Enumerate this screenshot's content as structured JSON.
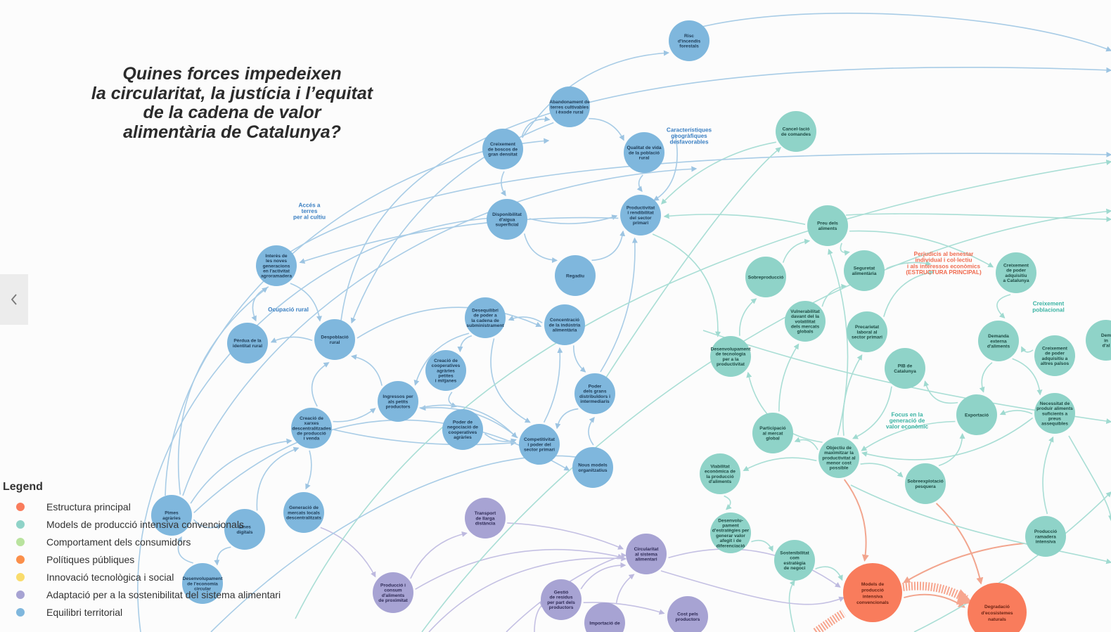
{
  "title": {
    "line1": "Quines forces impedeixen",
    "line2": "la circularitat, la justícia i l’equitat",
    "line3": "de la cadena de valor",
    "line4": "alimentària de Catalunya?"
  },
  "nav": {
    "back_icon": "chevron-left-icon"
  },
  "legend": {
    "title": "Legend",
    "items": [
      {
        "label": "Estructura principal",
        "color": "#f97c5c"
      },
      {
        "label": "Models de producció intensiva convencionals",
        "color": "#8fd3c8"
      },
      {
        "label": "Comportament dels consumidors",
        "color": "#b9e39e"
      },
      {
        "label": "Polítiques públiques",
        "color": "#fb8f4a"
      },
      {
        "label": "Innovació tecnològica i social",
        "color": "#f9dc6c"
      },
      {
        "label": "Adaptació per a la sostenibilitat del sistema alimentari",
        "color": "#a7a3d3"
      },
      {
        "label": "Equilibri territorial",
        "color": "#7fb7dd"
      }
    ]
  },
  "colors": {
    "blue": "#7fb7dd",
    "teal": "#8fd3c8",
    "purple": "#a7a3d3",
    "orange": "#f97c5c",
    "blue_text": "#1d3a55",
    "teal_text": "#1d4a43",
    "purple_text": "#2e2a55",
    "orange_text": "#6b2313",
    "blue_edge": "#a8cce6",
    "teal_edge": "#a9ded5",
    "purple_edge": "#c4c0e3",
    "blue_label": "#3a7fc2",
    "teal_label": "#39b3a3",
    "red_label": "#f06a4e"
  },
  "nodes": [
    {
      "id": "risc_incendis",
      "label": "Risc\nd'incendis\nforestals",
      "group": "blue"
    },
    {
      "id": "abandonament",
      "label": "Abandonament de\nterres cultivables\ni èxode rural",
      "group": "blue"
    },
    {
      "id": "creixement_boscos",
      "label": "Creixement\nde boscos de\ngran densitat",
      "group": "blue"
    },
    {
      "id": "qualitat_vida",
      "label": "Qualitat de vida\nde la població\nrural",
      "group": "blue"
    },
    {
      "id": "disponibilitat_aigua",
      "label": "Disponibilitat\nd'aigua\nsuperficial",
      "group": "blue"
    },
    {
      "id": "productivitat_primari",
      "label": "Productivitat\ni rendibilitat\ndel sector\nprimari",
      "group": "blue"
    },
    {
      "id": "regadiu",
      "label": "Regadiu",
      "group": "blue"
    },
    {
      "id": "interes_generacions",
      "label": "Interès de\nles noves\ngeneracions\nen l'activitat\nagroramadera",
      "group": "blue"
    },
    {
      "id": "perdua_identitat",
      "label": "Pèrdua de la\nidentitat rural",
      "group": "blue"
    },
    {
      "id": "despoblacio",
      "label": "Despoblació\nrural",
      "group": "blue"
    },
    {
      "id": "desequilibri_poder",
      "label": "Desequilibri\nde poder a\nla cadena de\nsubministrament",
      "group": "blue"
    },
    {
      "id": "concentracio",
      "label": "Concentració\nde la indústria\nalimentària",
      "group": "blue"
    },
    {
      "id": "cooperatives",
      "label": "Creació de\ncooperatives\nagràries\npetites\ni mitjanes",
      "group": "blue"
    },
    {
      "id": "ingressos",
      "label": "Ingressos per\nals petits\nproductors",
      "group": "blue"
    },
    {
      "id": "poder_distribuidors",
      "label": "Poder\ndels grans\ndistribuïdors i\nintermediaris",
      "group": "blue"
    },
    {
      "id": "xarxes",
      "label": "Creació de\nxarxes\ndescentralitzades\nde producció\ni venda",
      "group": "blue"
    },
    {
      "id": "poder_negociacio",
      "label": "Poder de\nnegociació de\ncooperatives\nagràries",
      "group": "blue"
    },
    {
      "id": "competitivitat",
      "label": "Competitivitat\ni poder del\nsector primari",
      "group": "blue"
    },
    {
      "id": "nous_models",
      "label": "Nous models\norganitzatius",
      "group": "blue"
    },
    {
      "id": "generacio_mercats",
      "label": "Generació de\nmercats locals\ndescentralitzats",
      "group": "blue"
    },
    {
      "id": "pimes",
      "label": "Pimes\nagràries",
      "group": "blue"
    },
    {
      "id": "eines_digitals",
      "label": "Eines\ndigitals",
      "group": "blue"
    },
    {
      "id": "economia_circular",
      "label": "Desenvolupament\nde l'economia\ncircular",
      "group": "blue"
    },
    {
      "id": "transport",
      "label": "Transport\nde llarga\ndistància",
      "group": "purple"
    },
    {
      "id": "circularitat",
      "label": "Circularitat\nal sistema\nalimentari",
      "group": "purple"
    },
    {
      "id": "produccio_proximitat",
      "label": "Producció i\nconsum\nd'aliments\nde proximitat",
      "group": "purple"
    },
    {
      "id": "gestio_residus",
      "label": "Gestió\nde residus\nper part dels\nproductors",
      "group": "purple"
    },
    {
      "id": "cost_productors",
      "label": "Cost pels\nproductors",
      "group": "purple"
    },
    {
      "id": "importacio",
      "label": "Importació de",
      "group": "purple"
    },
    {
      "id": "cancellacio",
      "label": "Cancel·lació\nde comandes",
      "group": "teal"
    },
    {
      "id": "preu_aliments",
      "label": "Preu dels\naliments",
      "group": "teal"
    },
    {
      "id": "sobreproduccio",
      "label": "Sobreproducció",
      "group": "teal"
    },
    {
      "id": "seguretat",
      "label": "Seguretat\nalimentària",
      "group": "teal"
    },
    {
      "id": "creixement_poder_cat",
      "label": "Creixement\nde poder\nadquisitiu\na Catalunya",
      "group": "teal"
    },
    {
      "id": "vulnerabilitat",
      "label": "Vulnerabilitat\ndavant del la\nvolatilitat\ndels mercats\nglobals",
      "group": "teal"
    },
    {
      "id": "precarietat",
      "label": "Precarietat\nlaboral al\nsector primari",
      "group": "teal"
    },
    {
      "id": "desenv_tecnologia",
      "label": "Desenvolupament\nde tecnologia\nper a la\nproductivitat",
      "group": "teal"
    },
    {
      "id": "pib",
      "label": "PIB de\nCatalunya",
      "group": "teal"
    },
    {
      "id": "demanda_externa",
      "label": "Demanda\nexterna\nd'aliments",
      "group": "teal"
    },
    {
      "id": "creixement_poder_altres",
      "label": "Creixement\nde poder\nadquisitiu a\naltres països",
      "group": "teal"
    },
    {
      "id": "demanda_edge",
      "label": "Dem\nin\nd'al",
      "group": "teal"
    },
    {
      "id": "exportacio",
      "label": "Exportació",
      "group": "teal"
    },
    {
      "id": "necessitat",
      "label": "Necessitat de\nproduir aliments\nsuficients a\npreus\nassequibles",
      "group": "teal"
    },
    {
      "id": "participacio",
      "label": "Participació\nal mercat\nglobal",
      "group": "teal"
    },
    {
      "id": "objectiu",
      "label": "Objectiu de\nmaximitzar la\nproductivitat al\nmenor cost\npossible",
      "group": "teal"
    },
    {
      "id": "viabilitat",
      "label": "Viabilitat\neconòmica de\nla producció\nd'aliments",
      "group": "teal"
    },
    {
      "id": "sobreexplotacio",
      "label": "Sobreexplotació\npesquera",
      "group": "teal"
    },
    {
      "id": "estrategies",
      "label": "Desenvolu-\npament\nd'estratègies per\ngenerar valor\nafegit i de\ndiferenciació",
      "group": "teal"
    },
    {
      "id": "sostenibilitat",
      "label": "Sostenibilitat\ncom\nestratègia\nde negoci",
      "group": "teal"
    },
    {
      "id": "produccio_ramadera",
      "label": "Producció\nramadera\nintensiva",
      "group": "teal"
    },
    {
      "id": "models_intensiva",
      "label": "Models de\nproducció\nintensiva\nconvencionals",
      "group": "orange"
    },
    {
      "id": "degradacio",
      "label": "Degradació\nd'ecosistemes\nnaturals",
      "group": "orange"
    }
  ],
  "edge_labels": [
    {
      "id": "caracteristiques",
      "text": "Característiques\ngeogràfiques\ndesfavorables",
      "color": "blue_label"
    },
    {
      "id": "acces_terres",
      "text": "Accés a\nterres\nper al cultiu",
      "color": "blue_label"
    },
    {
      "id": "ocupacio_rural",
      "text": "Ocupació rural",
      "color": "blue_label"
    },
    {
      "id": "perjudicis",
      "text": "Perjudicis al benestar\nindividual i col·lectiu\ni als interessos econòmics\n(ESTRUCTURA PRINCIPAL)",
      "color": "red_label"
    },
    {
      "id": "creixement_poblacional",
      "text": "Creixement\npoblacional",
      "color": "teal_label"
    },
    {
      "id": "focus_valor",
      "text": "Focus en la\ngeneració de\nvalor econòmic",
      "color": "teal_label"
    }
  ]
}
